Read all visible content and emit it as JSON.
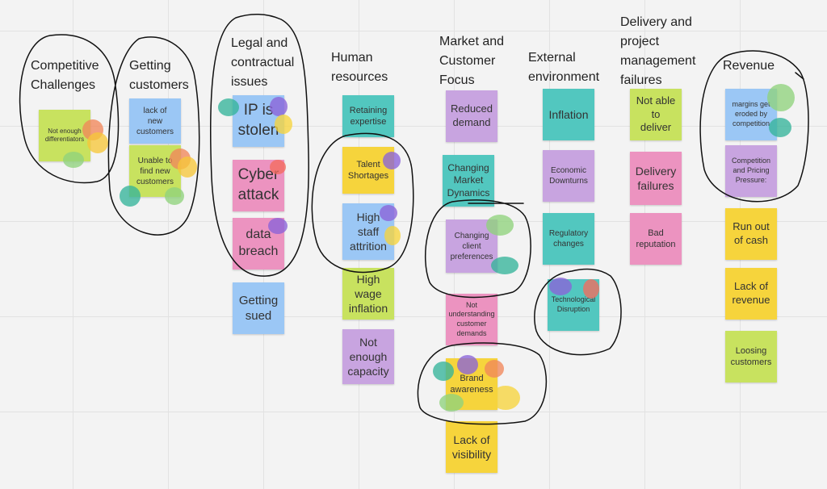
{
  "colors": {
    "green": "#c8e25f",
    "blue": "#9bc7f5",
    "teal": "#52c7bf",
    "purple": "#c8a4e0",
    "pink": "#ec93c0",
    "yellow": "#f6d43c"
  },
  "columns": [
    {
      "header": "Competitive\nChallenges",
      "notes": [
        {
          "text": "Not enough\ndifferentiators",
          "color": "green"
        }
      ]
    },
    {
      "header": "Getting\ncustomers",
      "notes": [
        {
          "text": "lack of\nnew\ncustomers",
          "color": "blue"
        },
        {
          "text": "Unable to\nfind new\ncustomers",
          "color": "green"
        }
      ]
    },
    {
      "header": "Legal and\ncontractual\nissues",
      "notes": [
        {
          "text": "IP is\nstolen",
          "color": "blue"
        },
        {
          "text": "Cyber\nattack",
          "color": "pink"
        },
        {
          "text": "data\nbreach",
          "color": "pink"
        },
        {
          "text": "Getting\nsued",
          "color": "blue"
        }
      ]
    },
    {
      "header": "Human\nresources",
      "notes": [
        {
          "text": "Retaining\nexpertise",
          "color": "teal"
        },
        {
          "text": "Talent\nShortages",
          "color": "yellow"
        },
        {
          "text": "High\nstaff\nattrition",
          "color": "blue"
        },
        {
          "text": "High\nwage\ninflation",
          "color": "green"
        },
        {
          "text": "Not\nenough\ncapacity",
          "color": "purple"
        }
      ]
    },
    {
      "header": "Market and\nCustomer\nFocus",
      "notes": [
        {
          "text": "Reduced\ndemand",
          "color": "purple"
        },
        {
          "text": "Changing\nMarket\nDynamics",
          "color": "teal"
        },
        {
          "text": "Changing\nclient\npreferences",
          "color": "purple"
        },
        {
          "text": "Not\nunderstanding\ncustomer\ndemands",
          "color": "pink"
        },
        {
          "text": "Brand\nawareness",
          "color": "yellow"
        },
        {
          "text": "Lack of\nvisibility",
          "color": "yellow"
        }
      ]
    },
    {
      "header": "External\nenvironment",
      "notes": [
        {
          "text": "Inflation",
          "color": "teal"
        },
        {
          "text": "Economic\nDownturns",
          "color": "purple"
        },
        {
          "text": "Regulatory\nchanges",
          "color": "teal"
        },
        {
          "text": "Technological\nDisruption",
          "color": "teal"
        }
      ]
    },
    {
      "header": "Delivery and\nproject\nmanagement\nfailures",
      "notes": [
        {
          "text": "Not able\nto\ndeliver",
          "color": "green"
        },
        {
          "text": "Delivery\nfailures",
          "color": "pink"
        },
        {
          "text": "Bad\nreputation",
          "color": "pink"
        }
      ]
    },
    {
      "header": "Revenue",
      "notes": [
        {
          "text": "margins get\neroded by\ncompetition",
          "color": "blue"
        },
        {
          "text": "Competition\nand Pricing\nPressure:",
          "color": "purple"
        },
        {
          "text": "Run out\nof cash",
          "color": "yellow"
        },
        {
          "text": "Lack of\nrevenue",
          "color": "yellow"
        },
        {
          "text": "Loosing\ncustomers",
          "color": "green"
        }
      ]
    }
  ]
}
